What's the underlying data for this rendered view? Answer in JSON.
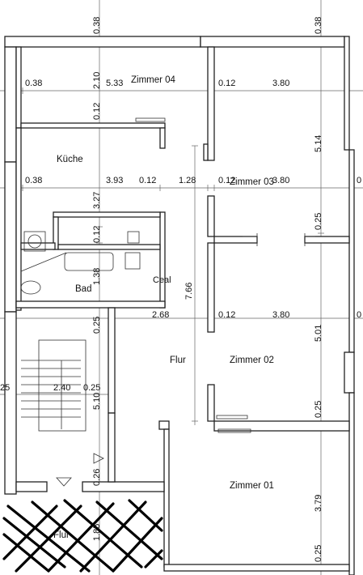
{
  "rooms": {
    "zimmer04": "Zimmer 04",
    "kueche": "Küche",
    "zimmer03": "Zimmer 03",
    "bad": "Bad",
    "flur_main": "Flur",
    "zimmer02": "Zimmer 02",
    "zimmer01": "Zimmer 01",
    "flur_lower": "Flur"
  },
  "dims": {
    "d_038_top_left": "0.38",
    "d_038_top_right": "0.38",
    "d_038_left_1": "0.38",
    "d_210": "2.10",
    "d_533": "5.33",
    "d_012_r04": "0.12",
    "d_380_r04": "3.80",
    "d_012_v1": "0.12",
    "d_514": "5.14",
    "d_038_left_2": "0.38",
    "d_393": "3.93",
    "d_012_k": "0.12",
    "d_128": "1.28",
    "d_012_r03": "0.12",
    "d_380_r03": "3.80",
    "d_327": "3.27",
    "d_025_r03": "0.25",
    "d_012_v2": "0.12",
    "d_138": "1.38",
    "d_766": "7.66",
    "d_025_v_flur": "0.25",
    "d_268": "2.68",
    "d_012_r02": "0.12",
    "d_380_r02": "3.80",
    "d_501": "5.01",
    "d_25_left": "25",
    "d_240": "2.40",
    "d_025_stair": "0.25",
    "d_510": "5.10",
    "d_025_r01": "0.25",
    "d_026": "0.26",
    "d_379": "3.79",
    "d_185": "1.85",
    "d_025_bottom": "0.25",
    "d_edge_0_a": "0",
    "d_edge_0_b": "0"
  },
  "fixtures": {
    "bath_tag": "Ceal"
  }
}
